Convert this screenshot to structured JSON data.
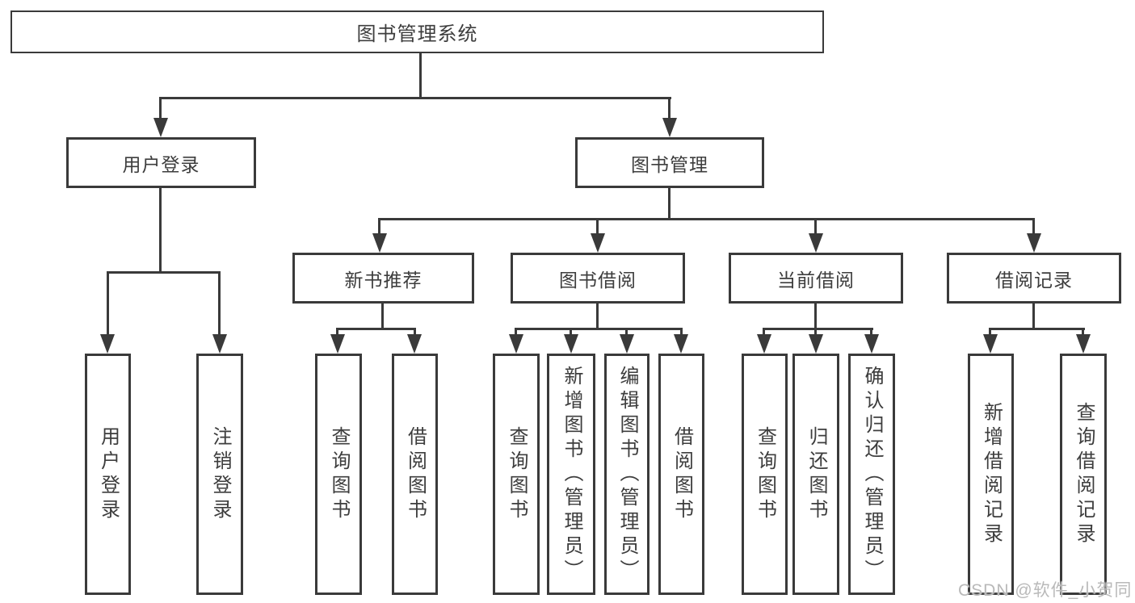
{
  "nodes": {
    "root": "图书管理系统",
    "user_login": "用户登录",
    "book_mgmt": "图书管理",
    "new_books": "新书推荐",
    "book_borrow": "图书借阅",
    "current_borrow": "当前借阅",
    "borrow_records": "借阅记录",
    "leaves": [
      "用户登录",
      "注销登录",
      "查询图书",
      "借阅图书",
      "查询图书",
      "新增图书（管理员）",
      "编辑图书（管理员）",
      "借阅图书",
      "查询图书",
      "归还图书",
      "确认归还（管理员）",
      "新增借阅记录",
      "查询借阅记录"
    ]
  },
  "watermark": "CSDN @软件_小贺同学",
  "colors": {
    "line": "#3a3a3a",
    "text": "#3d3d3d",
    "background": "#ffffff",
    "watermark": "#b9b9b9"
  }
}
